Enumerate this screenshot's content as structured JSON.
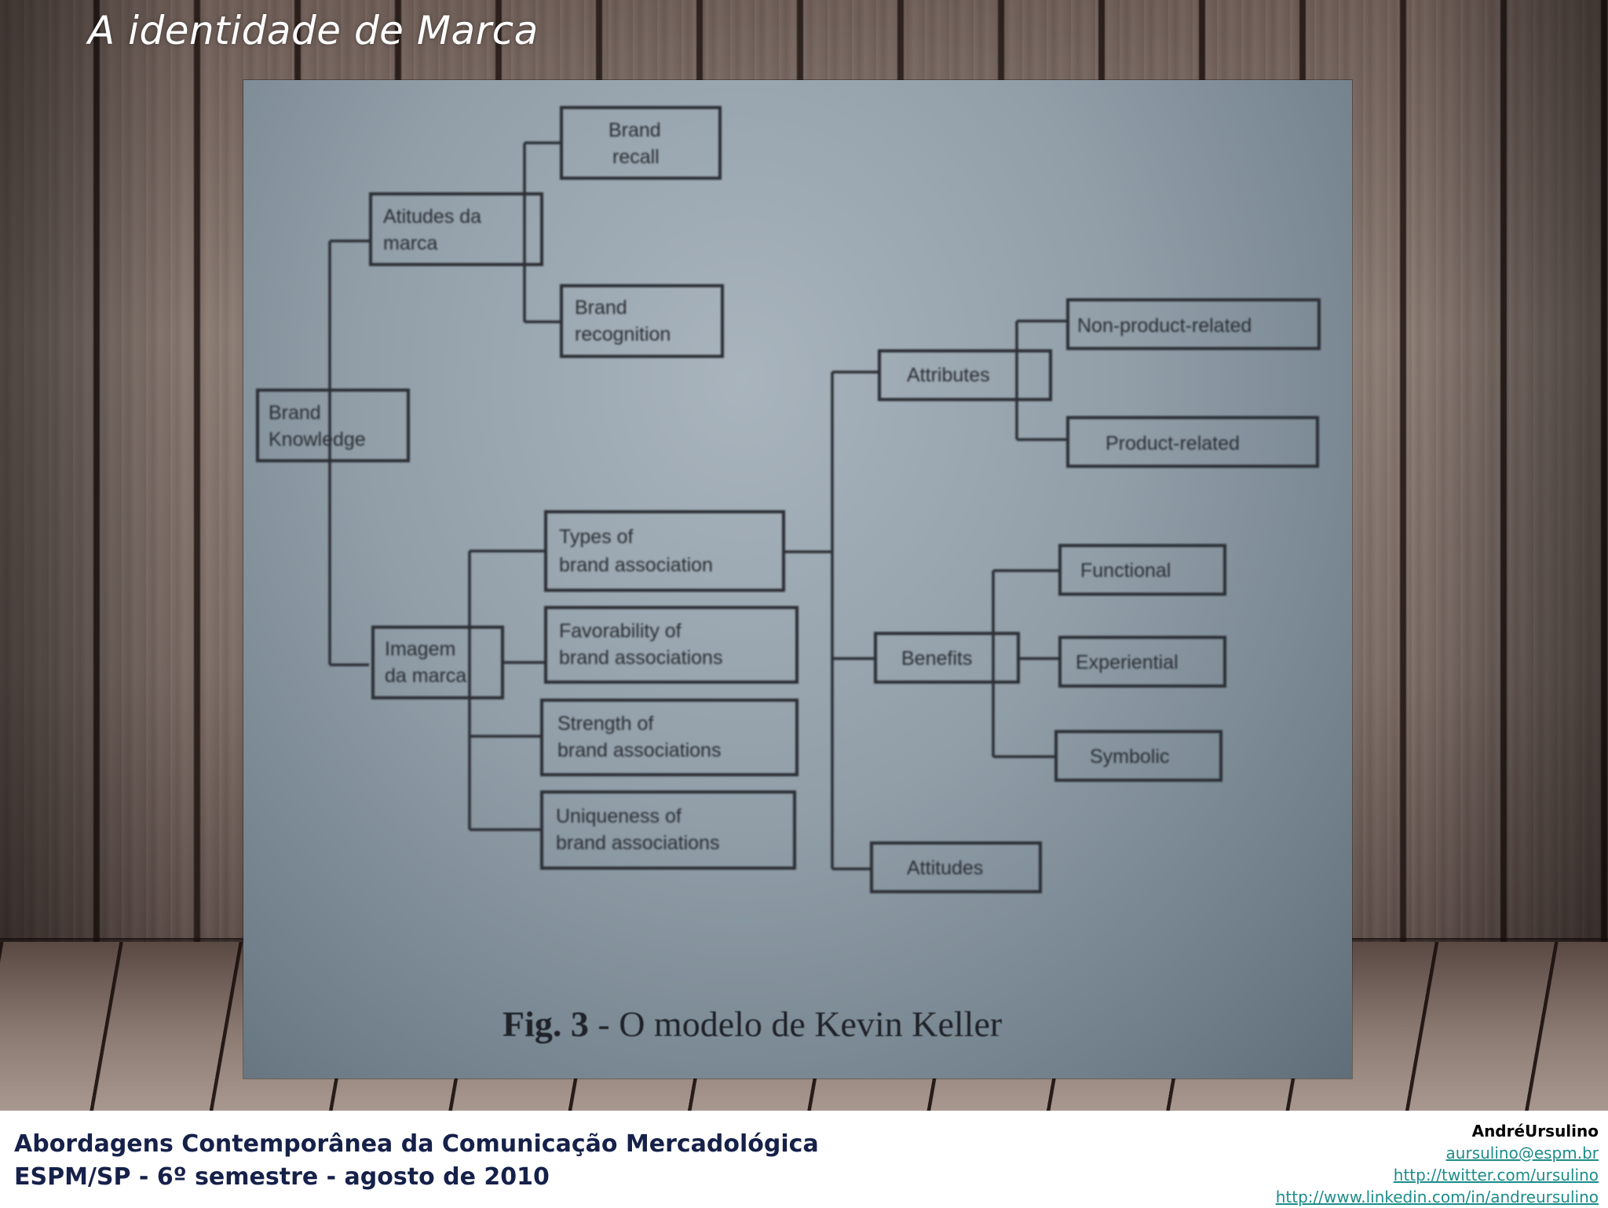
{
  "slide": {
    "title": "A identidade de Marca"
  },
  "diagram": {
    "nodes": {
      "brand_knowledge": [
        "Brand",
        "Knowledge"
      ],
      "atitudes_marca": [
        "Atitudes da",
        "marca"
      ],
      "brand_recall": [
        "Brand",
        "recall"
      ],
      "brand_recognition": [
        "Brand",
        "recognition"
      ],
      "imagem_marca": [
        "Imagem",
        "da marca"
      ],
      "types": [
        "Types of",
        "brand association"
      ],
      "favorability": [
        "Favorability of",
        "brand associations"
      ],
      "strength": [
        "Strength of",
        "brand associations"
      ],
      "uniqueness": [
        "Uniqueness of",
        "brand associations"
      ],
      "attributes": [
        "Attributes"
      ],
      "non_product": [
        "Non-product-related"
      ],
      "product": [
        "Product-related"
      ],
      "benefits": [
        "Benefits"
      ],
      "functional": [
        "Functional"
      ],
      "experiential": [
        "Experiential"
      ],
      "symbolic": [
        "Symbolic"
      ],
      "attitudes": [
        "Attitudes"
      ]
    },
    "caption_bold": "Fig. 3",
    "caption_rest": " - O modelo de Kevin Keller"
  },
  "footer": {
    "course_line1": "Abordagens Contemporânea da Comunicação Mercadológica",
    "course_line2": "ESPM/SP - 6º semestre - agosto de 2010",
    "author": "AndréUrsulino",
    "email": "aursulino@espm.br",
    "twitter": "http://twitter.com/ursulino",
    "linkedin": "http://www.linkedin.com/in/andreursulino"
  }
}
